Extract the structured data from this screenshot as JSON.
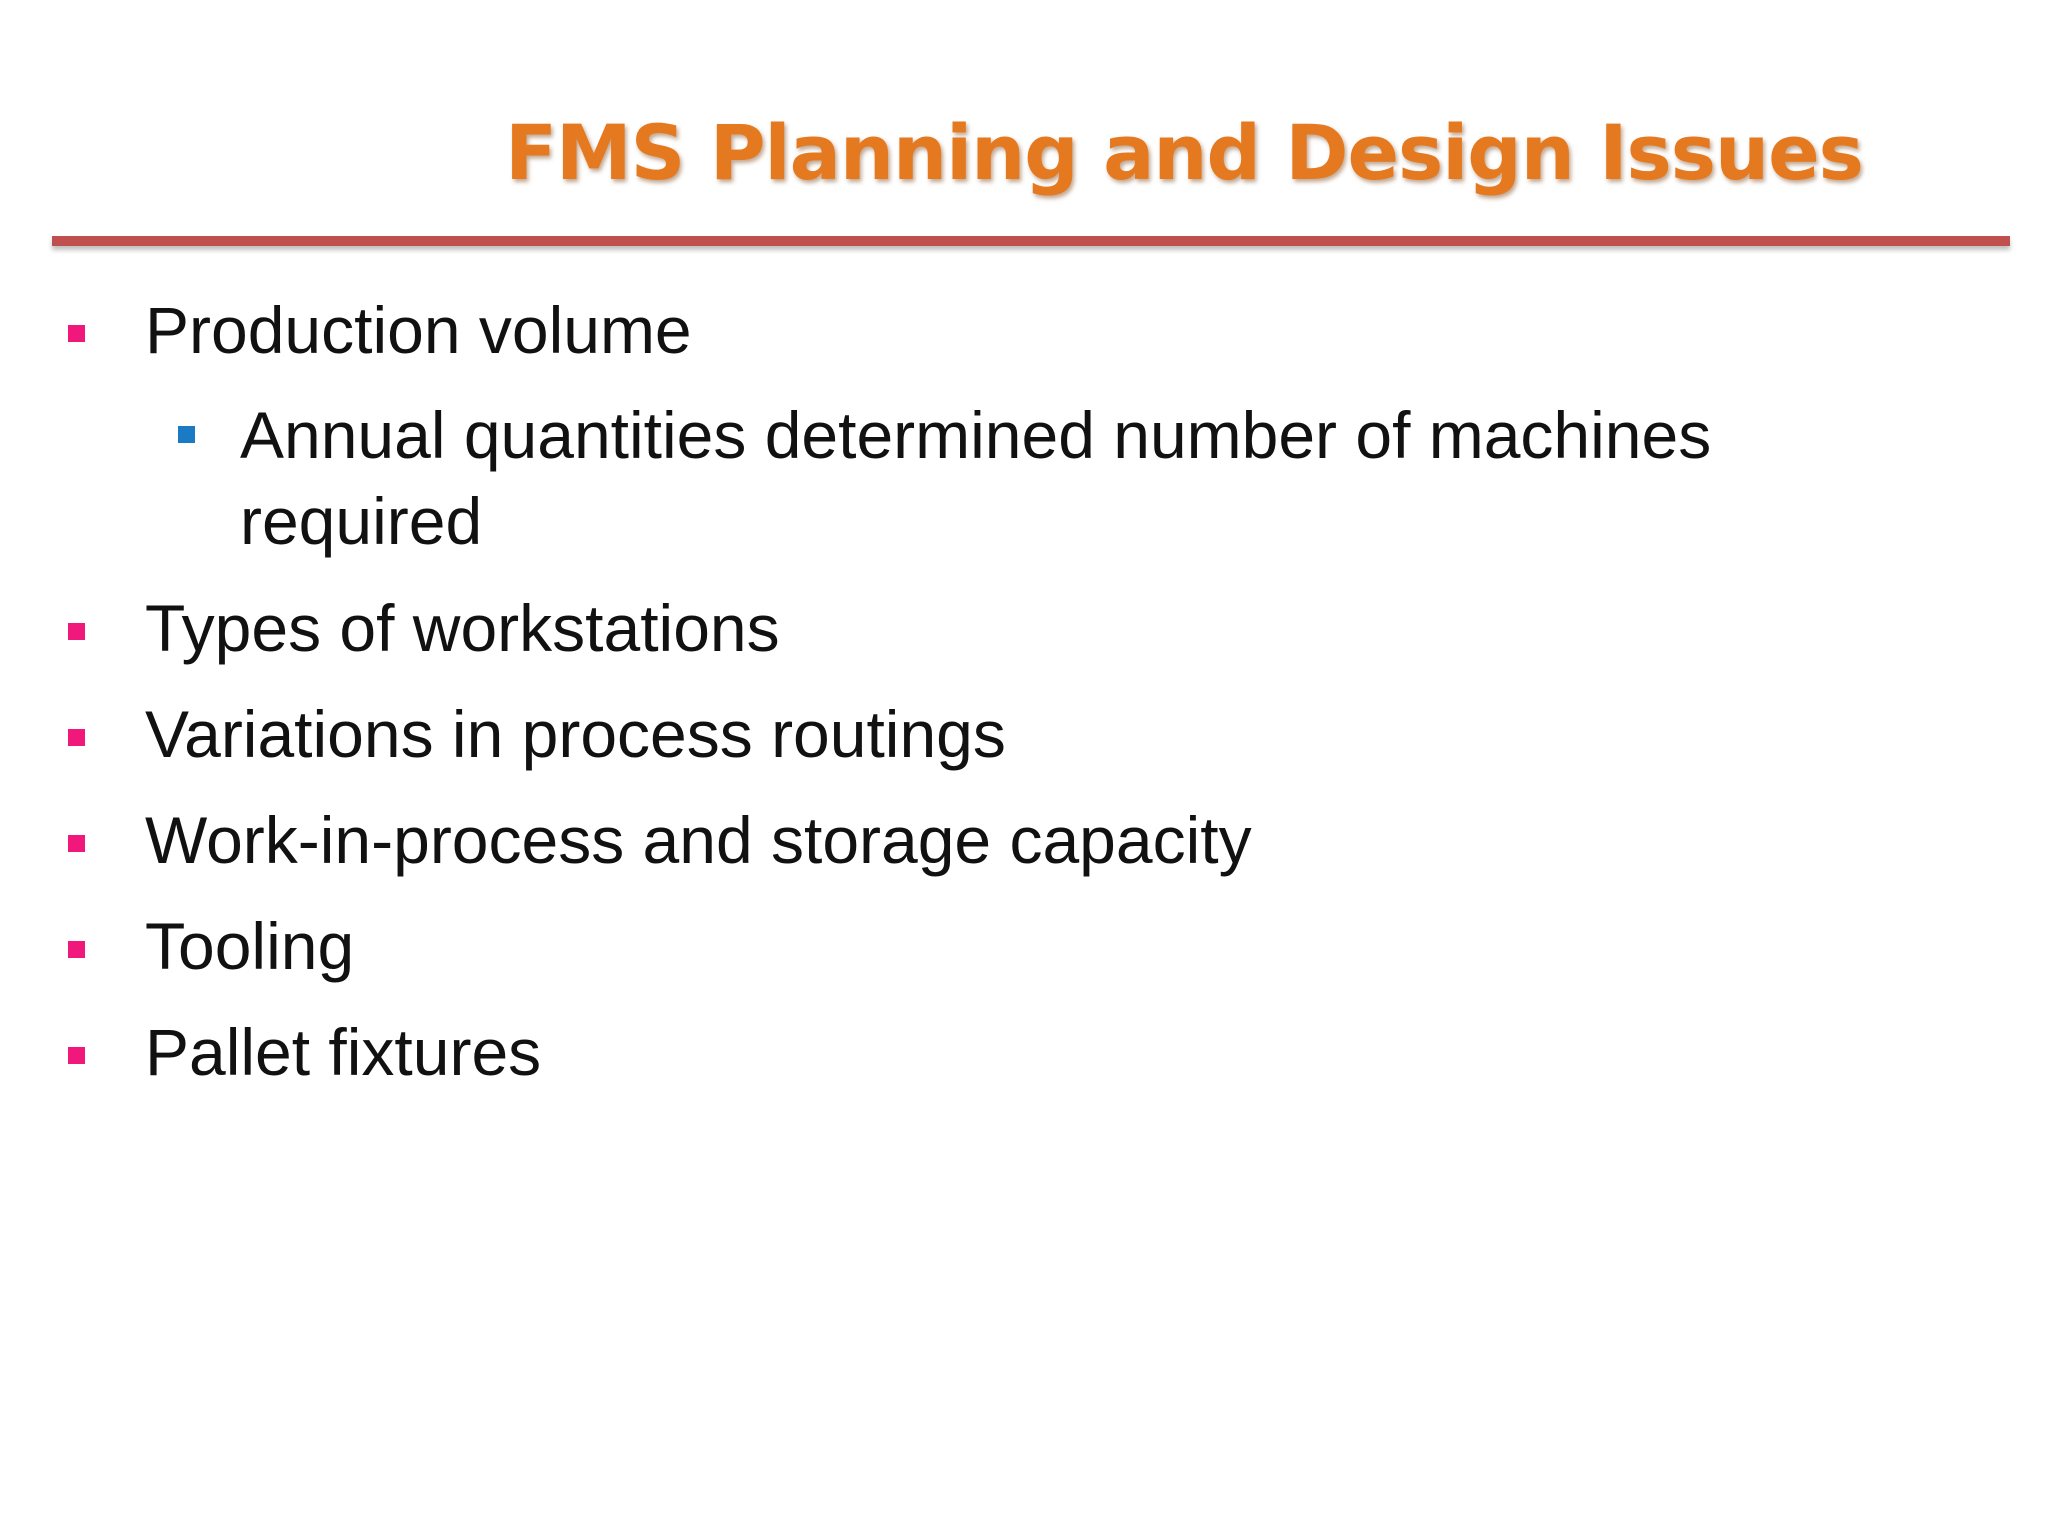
{
  "slide": {
    "title": "FMS Planning and Design Issues",
    "colors": {
      "title": "#e5791f",
      "rule": "#c0504d",
      "bullet_primary": "#f0187a",
      "bullet_secondary": "#1a7bc4"
    },
    "bullets": [
      {
        "text": "Production volume",
        "level": 1
      },
      {
        "text": "Annual quantities determined number of machines required",
        "level": 2
      },
      {
        "text": "Types of workstations",
        "level": 1
      },
      {
        "text": "Variations in process routings",
        "level": 1
      },
      {
        "text": "Work-in-process and storage capacity",
        "level": 1
      },
      {
        "text": "Tooling",
        "level": 1
      },
      {
        "text": "Pallet fixtures",
        "level": 1
      }
    ]
  }
}
